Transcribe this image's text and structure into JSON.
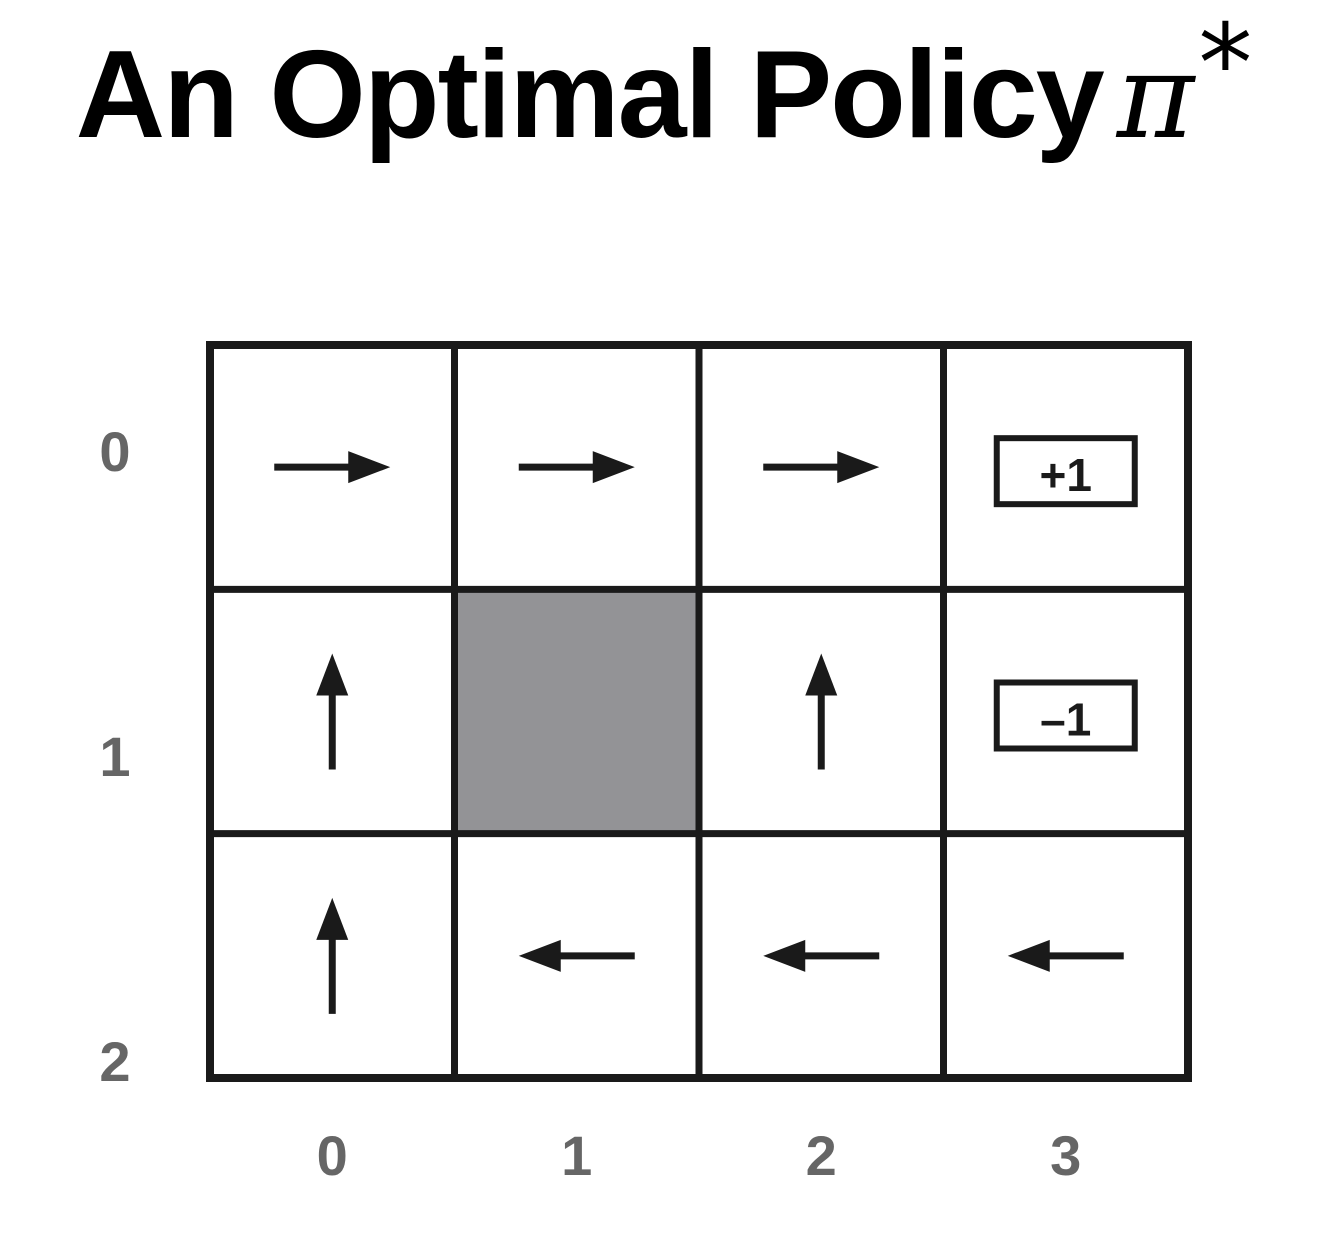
{
  "title": {
    "text": "An Optimal Policy",
    "symbol": "π",
    "superscript": "*"
  },
  "grid": {
    "rows": 3,
    "cols": 4,
    "row_labels": [
      "0",
      "1",
      "2"
    ],
    "col_labels": [
      "0",
      "1",
      "2",
      "3"
    ],
    "colors": {
      "line": "#1a1a1a",
      "wall": "#939396",
      "background": "#ffffff",
      "axis_label": "#666666"
    },
    "cells": [
      [
        {
          "type": "action",
          "direction": "right",
          "icon": "arrow-right-icon"
        },
        {
          "type": "action",
          "direction": "right",
          "icon": "arrow-right-icon"
        },
        {
          "type": "action",
          "direction": "right",
          "icon": "arrow-right-icon"
        },
        {
          "type": "terminal",
          "reward": "+1"
        }
      ],
      [
        {
          "type": "action",
          "direction": "up",
          "icon": "arrow-up-icon"
        },
        {
          "type": "wall"
        },
        {
          "type": "action",
          "direction": "up",
          "icon": "arrow-up-icon"
        },
        {
          "type": "terminal",
          "reward": "–1"
        }
      ],
      [
        {
          "type": "action",
          "direction": "up",
          "icon": "arrow-up-icon"
        },
        {
          "type": "action",
          "direction": "left",
          "icon": "arrow-left-icon"
        },
        {
          "type": "action",
          "direction": "left",
          "icon": "arrow-left-icon"
        },
        {
          "type": "action",
          "direction": "left",
          "icon": "arrow-left-icon"
        }
      ]
    ]
  }
}
